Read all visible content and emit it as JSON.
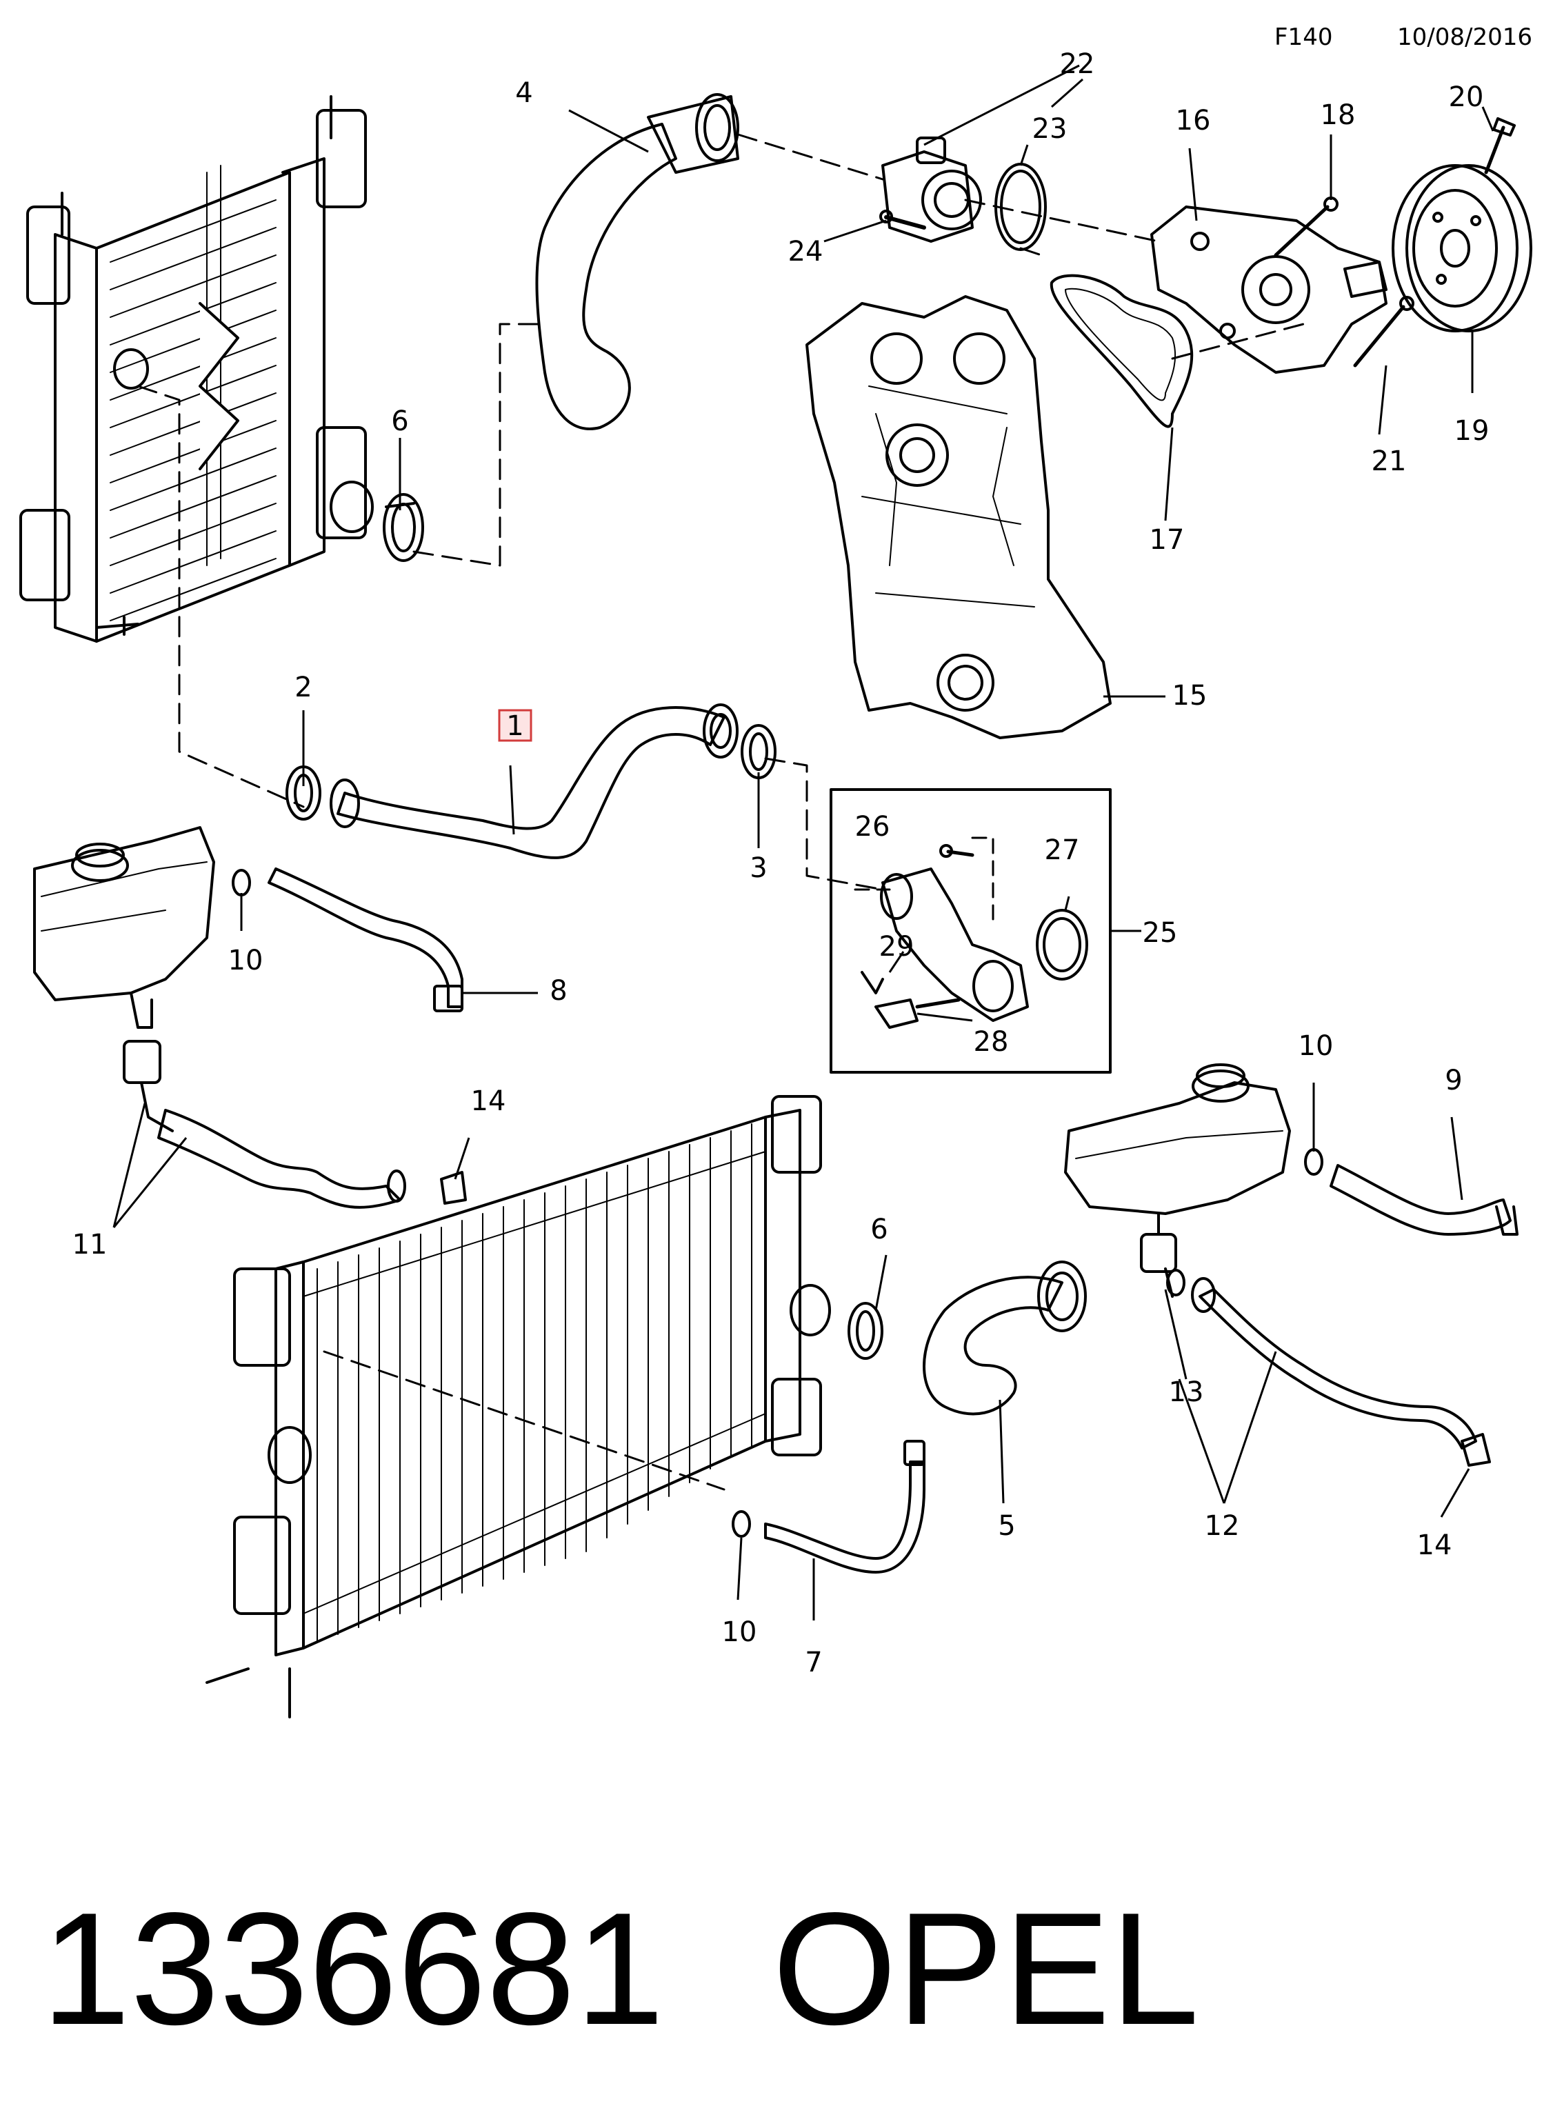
{
  "header": {
    "code": "F140",
    "date": "10/08/2016"
  },
  "callouts": {
    "c1": "1",
    "c2": "2",
    "c3": "3",
    "c4": "4",
    "c5": "5",
    "c6": "6",
    "c6b": "6",
    "c7": "7",
    "c8": "8",
    "c9": "9",
    "c10a": "10",
    "c10b": "10",
    "c10c": "10",
    "c11": "11",
    "c12": "12",
    "c13": "13",
    "c14a": "14",
    "c14b": "14",
    "c15": "15",
    "c16": "16",
    "c17": "17",
    "c18": "18",
    "c19": "19",
    "c20": "20",
    "c21": "21",
    "c22": "22",
    "c23": "23",
    "c24": "24",
    "c25": "25",
    "c26": "26",
    "c27": "27",
    "c28": "28",
    "c29": "29"
  },
  "footer": {
    "part_number": "1336681",
    "brand": "OPEL"
  },
  "colors": {
    "line": "#000000",
    "highlight_border": "#d23c3c",
    "highlight_fill": "#fde4e4",
    "part_fill": "#ffffff"
  }
}
